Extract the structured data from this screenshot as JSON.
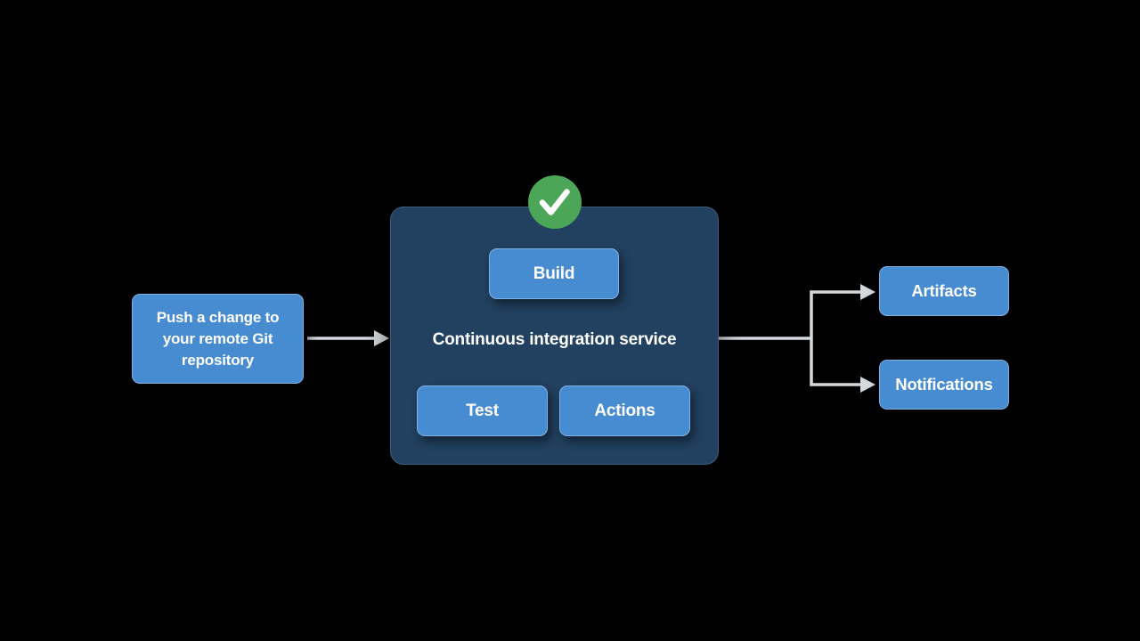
{
  "diagram": {
    "title_context": "Continuous integration workflow",
    "nodes": {
      "git_push": {
        "label": "Push a change to your remote Git repository"
      },
      "ci_service": {
        "label": "Continuous integration service",
        "status_icon": "checkmark-icon",
        "stages": {
          "build": {
            "label": "Build"
          },
          "test": {
            "label": "Test"
          },
          "actions": {
            "label": "Actions"
          }
        }
      },
      "artifacts": {
        "label": "Artifacts"
      },
      "notifications": {
        "label": "Notifications"
      }
    },
    "connections": [
      {
        "from": "git_push",
        "to": "ci_service",
        "style": "arrow"
      },
      {
        "from": "ci_service",
        "to": "artifacts",
        "style": "arrow-branch"
      },
      {
        "from": "ci_service",
        "to": "notifications",
        "style": "arrow-branch"
      }
    ],
    "colors": {
      "background": "#000000",
      "node_blue": "#478BD1",
      "node_border_blue": "#7FB2E5",
      "ci_panel_navy": "#22405F",
      "success_green": "#4BA757",
      "arrow_gray": "#D5D9DD",
      "text_white": "#FFFFFF"
    }
  }
}
